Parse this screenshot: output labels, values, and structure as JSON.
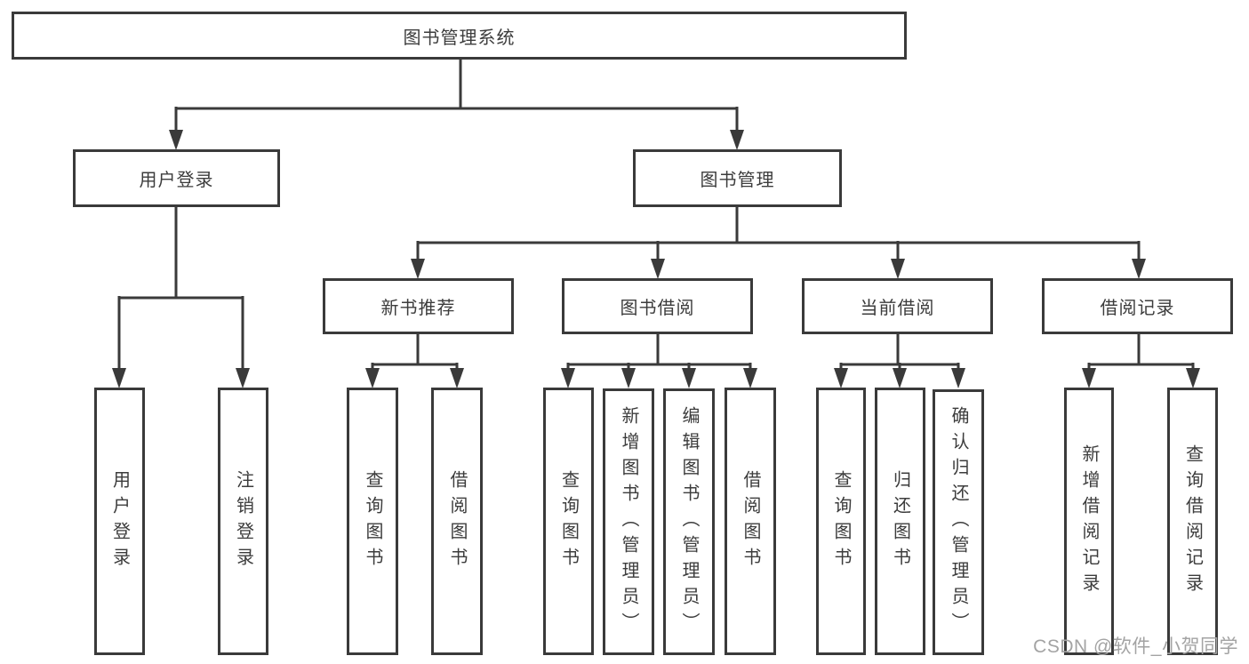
{
  "diagram": {
    "title_node": {
      "label": "图书管理系统"
    },
    "level2": [
      {
        "label": "用户登录"
      },
      {
        "label": "图书管理"
      }
    ],
    "level3": [
      {
        "label": "新书推荐"
      },
      {
        "label": "图书借阅"
      },
      {
        "label": "当前借阅"
      },
      {
        "label": "借阅记录"
      }
    ],
    "leaves": [
      {
        "label": "用户登录"
      },
      {
        "label": "注销登录"
      },
      {
        "label": "查询图书"
      },
      {
        "label": "借阅图书"
      },
      {
        "label": "查询图书"
      },
      {
        "label": "新增图书（管理员）"
      },
      {
        "label": "编辑图书（管理员）"
      },
      {
        "label": "借阅图书"
      },
      {
        "label": "查询图书"
      },
      {
        "label": "归还图书"
      },
      {
        "label": "确认归还（管理员）"
      },
      {
        "label": "新增借阅记录"
      },
      {
        "label": "查询借阅记录"
      }
    ]
  },
  "watermark": {
    "text": "CSDN @软件_小贺同学"
  },
  "colors": {
    "line": "#3a3a3a",
    "box_border": "#3a3a3a",
    "text": "#3c3c3c",
    "watermark": "#a3a3a3",
    "background": "#ffffff"
  }
}
